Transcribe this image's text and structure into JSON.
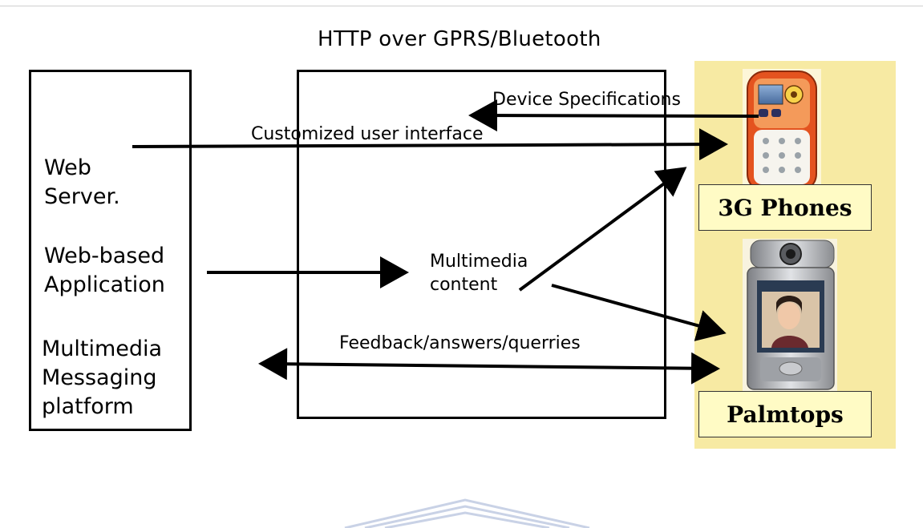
{
  "title": "HTTP over GPRS/Bluetooth",
  "server": {
    "lines": [
      "Web",
      "Server.",
      "Web-based",
      "Application",
      "Multimedia",
      "Messaging",
      "platform"
    ]
  },
  "flows": {
    "device_specs": "Device Specifications",
    "custom_ui": "Customized user interface",
    "multimedia": [
      "Multimedia",
      "content"
    ],
    "feedback": "Feedback/answers/querries"
  },
  "devices": {
    "phones": "3G Phones",
    "palmtops": "Palmtops"
  },
  "colors": {
    "panel": "#f7eaa3",
    "device_label_bg": "#fffbc5",
    "phone_body": "#e4531f"
  }
}
